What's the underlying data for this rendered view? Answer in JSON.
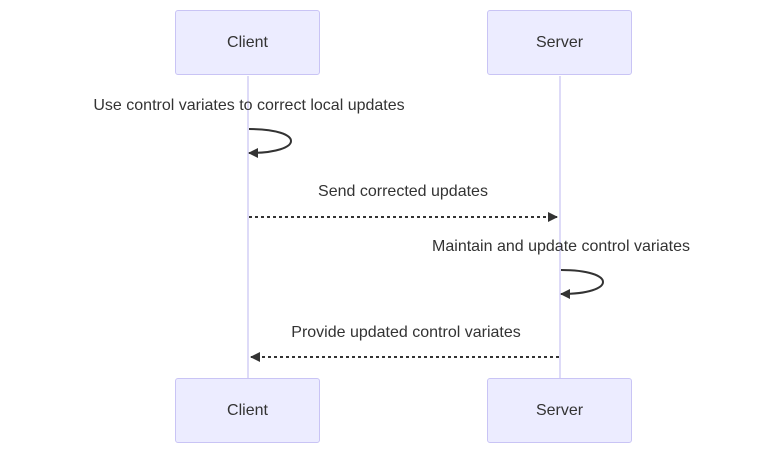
{
  "participants": {
    "client": {
      "label": "Client"
    },
    "server": {
      "label": "Server"
    }
  },
  "messages": [
    {
      "from": "client",
      "to": "client",
      "text": "Use control variates to correct local updates",
      "style": "solid"
    },
    {
      "from": "client",
      "to": "server",
      "text": "Send corrected updates",
      "style": "dotted"
    },
    {
      "from": "server",
      "to": "server",
      "text": "Maintain and update control variates",
      "style": "solid"
    },
    {
      "from": "server",
      "to": "client",
      "text": "Provide updated control variates",
      "style": "dotted"
    }
  ],
  "colors": {
    "actor_fill": "#ececff",
    "actor_border": "#c9c4f5",
    "lifeline": "#d3cff5",
    "arrow": "#333333",
    "text": "#333333"
  }
}
